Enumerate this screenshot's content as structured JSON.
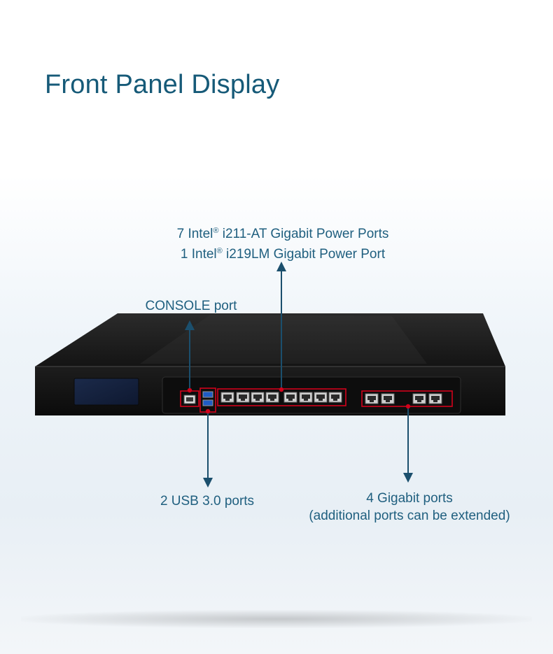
{
  "title": "Front Panel Display",
  "callouts": {
    "intel_ports": {
      "line1_prefix": "7 Intel",
      "line1_suffix": " i211-AT Gigabit Power Ports",
      "line2_prefix": "1 Intel",
      "line2_suffix": " i219LM Gigabit Power Port",
      "registered": "®"
    },
    "console": {
      "label": "CONSOLE port"
    },
    "usb": {
      "label": "2 USB 3.0 ports"
    },
    "extra_ports": {
      "line1": "4 Gigabit ports",
      "line2": "(additional ports can be extended)"
    }
  },
  "colors": {
    "title": "#165a78",
    "label": "#1f5f7f",
    "arrow": "#1b4f6d",
    "highlight": "#d0021b",
    "chassis": "#1a1a1a"
  },
  "device": {
    "ethernet_group_main_ports": 8,
    "ethernet_group_extension_ports": 4,
    "usb_ports": 2,
    "console_ports": 1
  }
}
